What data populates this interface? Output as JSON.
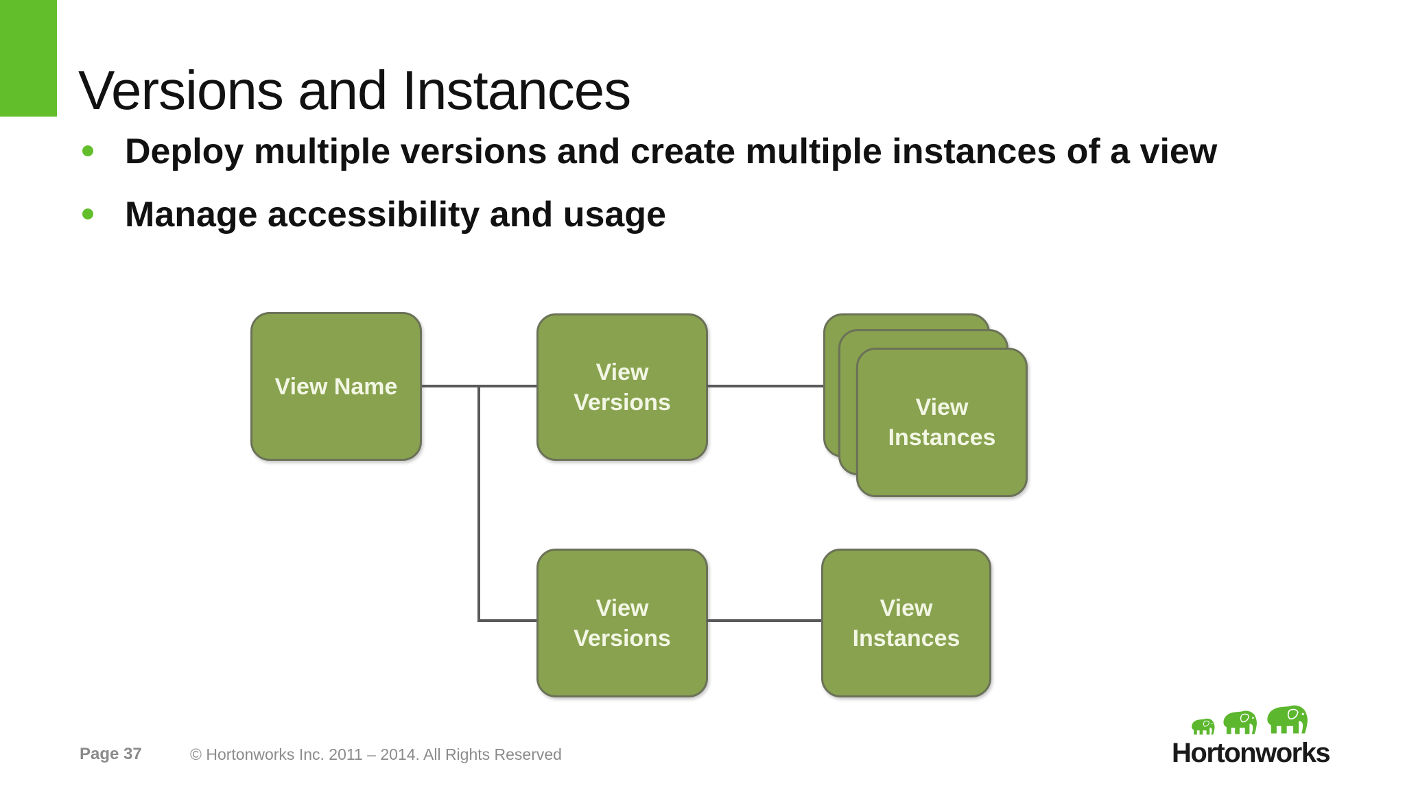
{
  "slide": {
    "title": "Versions and Instances",
    "bullets": [
      {
        "text": "Deploy multiple versions and create multiple instances of a view"
      },
      {
        "text": "Manage accessibility and usage"
      }
    ]
  },
  "diagram": {
    "nodes": {
      "view_name": {
        "lines": [
          "View Name"
        ]
      },
      "view_versions_top": {
        "lines": [
          "View",
          "Versions"
        ]
      },
      "view_instances_stack": {
        "lines": [
          "View",
          "Instances"
        ]
      },
      "view_versions_bottom": {
        "lines": [
          "View",
          "Versions"
        ]
      },
      "view_instances_bottom": {
        "lines": [
          "View",
          "Instances"
        ]
      }
    }
  },
  "footer": {
    "page_label": "Page 37",
    "copyright": "© Hortonworks Inc. 2011 – 2014. All Rights Reserved"
  },
  "logo": {
    "wordmark": "Hortonworks",
    "icon": "elephant-icons"
  },
  "colors": {
    "accent-green": "#63be2b",
    "node-fill": "#89a24f",
    "node-border": "#6b7258",
    "box-text": "#f2f6e4",
    "connector": "#595959",
    "footer-gray": "#8b8b8b",
    "logo-green": "#5cb72f",
    "text-black": "#111111"
  }
}
